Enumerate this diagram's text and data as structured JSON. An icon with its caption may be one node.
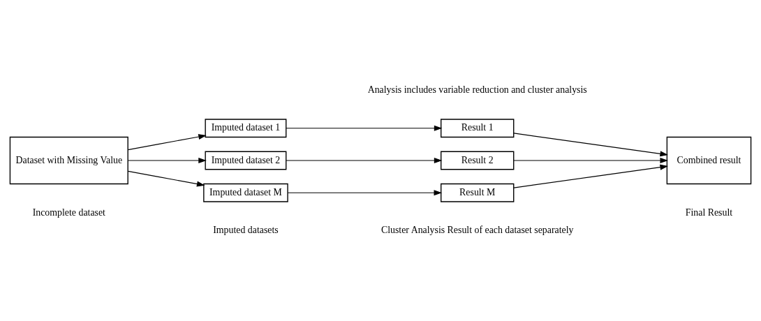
{
  "diagram": {
    "nodes": [
      {
        "text": [
          "Dataset with Missing Value"
        ]
      },
      {
        "text": [
          "Imputed dataset 1"
        ]
      },
      {
        "text": [
          "Imputed dataset 2"
        ]
      },
      {
        "text": [
          "Imputed dataset M"
        ]
      },
      {
        "text": [
          "Result 1"
        ]
      },
      {
        "text": [
          "Result 2"
        ]
      },
      {
        "text": [
          "Result M"
        ]
      },
      {
        "text": [
          "Combined result"
        ]
      }
    ],
    "edges": [
      {
        "from": 0,
        "to": 1,
        "arrow": "to"
      },
      {
        "from": 0,
        "to": 2,
        "arrow": "to"
      },
      {
        "from": 0,
        "to": 3,
        "arrow": "to"
      },
      {
        "from": 1,
        "to": 4,
        "arrow": "to"
      },
      {
        "from": 2,
        "to": 5,
        "arrow": "to"
      },
      {
        "from": 3,
        "to": 6,
        "arrow": "to"
      },
      {
        "from": 4,
        "to": 7,
        "arrow": "to"
      },
      {
        "from": 5,
        "to": 7,
        "arrow": "to"
      },
      {
        "from": 6,
        "to": 7,
        "arrow": "to"
      }
    ],
    "labels": [
      "Analysis includes variable reduction and cluster analysis",
      "Incomplete dataset",
      "Imputed datasets",
      "Cluster Analysis Result of each dataset separately",
      "Final Result"
    ]
  }
}
